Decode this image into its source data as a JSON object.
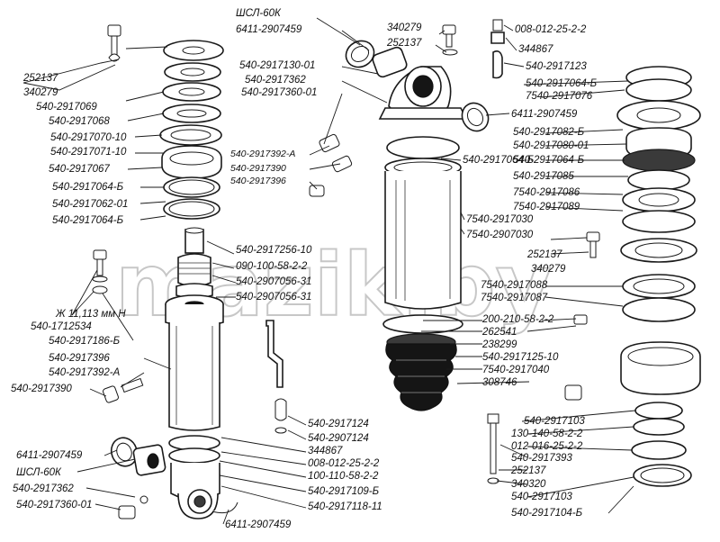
{
  "watermark": "mazik.by",
  "left_labels": [
    "252137",
    "340279",
    "540-2917069",
    "540-2917068",
    "540-2917070-10",
    "540-2917071-10",
    "540-2917067",
    "540-2917064-Б",
    "540-2917062-01",
    "540-2917064-Б"
  ],
  "left_mid_labels": [
    "Ж 11,113 мм Н",
    "540-1712534",
    "540-2917186-Б",
    "540-2917396",
    "540-2917392-А",
    "540-2917390"
  ],
  "left_bottom_labels": [
    "6411-2907459",
    "ШСЛ-60К",
    "540-2917362",
    "540-2917360-01"
  ],
  "top_center_labels": [
    "ШСЛ-60К",
    "6411-2907459",
    "540-2917130-01",
    "540-2917362",
    "540-2917360-01",
    "540-2917392-А",
    "540-2917390",
    "540-2917396"
  ],
  "top_bolt_labels": [
    "340279",
    "252137",
    "008-012-25-2-2",
    "344867",
    "540-2917123",
    "6411-2907459"
  ],
  "rod_labels": [
    "540-2917256-10",
    "090-100-58-2-2",
    "540-2907056-31",
    "540-2907056-31"
  ],
  "bottom_center_labels": [
    "540-2917124",
    "540-2907124",
    "344867",
    "008-012-25-2-2",
    "100-110-58-2-2",
    "540-2917109-Б",
    "540-2917118-11",
    "6411-2907459"
  ],
  "center_labels": [
    "540-2917064-Б",
    "7540-2917030",
    "7540-2907030",
    "200-210-58-2-2",
    "262541",
    "238299",
    "540-2917125-10",
    "7540-2917040",
    "308746"
  ],
  "right_labels": [
    "540-2917064-Б",
    "7540-2917076",
    "540-2917082-Б",
    "540-2917080-01",
    "540-2917064-Б",
    "540-2917085",
    "7540-2917086",
    "7540-2917089",
    "252137",
    "340279",
    "7540-2917088",
    "7540-2917087"
  ],
  "right_bottom_labels": [
    "540-2917103",
    "130-140-58-2-2",
    "012-016-25-2-2",
    "540-2917393",
    "252137",
    "340320",
    "540-2917103",
    "540-2917104-Б"
  ]
}
